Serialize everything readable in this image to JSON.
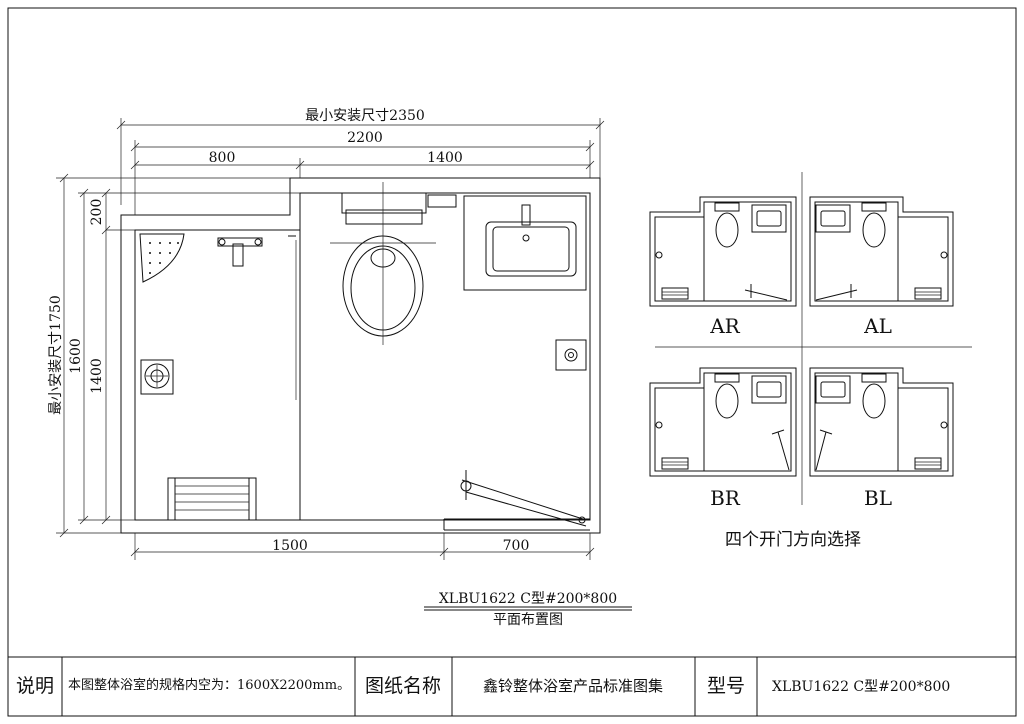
{
  "dims": {
    "min_width": "最小安装尺寸2350",
    "total_width": "2200",
    "seg_left": "800",
    "seg_right": "1400",
    "bottom_left": "1500",
    "bottom_right": "700",
    "min_height": "最小安装尺寸1750",
    "h_1600": "1600",
    "h_1400": "1400",
    "h_200": "200"
  },
  "variants": {
    "caption": "四个开门方向选择",
    "ar": "AR",
    "al": "AL",
    "br": "BR",
    "bl": "BL"
  },
  "drawing": {
    "model": "XLBU1622 C型#200*800",
    "subtitle": "平面布置图"
  },
  "titlebar": {
    "desc_label": "说明",
    "desc_text": "本图整体浴室的规格内空为：1600X2200mm。",
    "name_label": "图纸名称",
    "name_value": "鑫铃整体浴室产品标准图集",
    "model_label": "型号",
    "model_value": "XLBU1622 C型#200*800"
  }
}
